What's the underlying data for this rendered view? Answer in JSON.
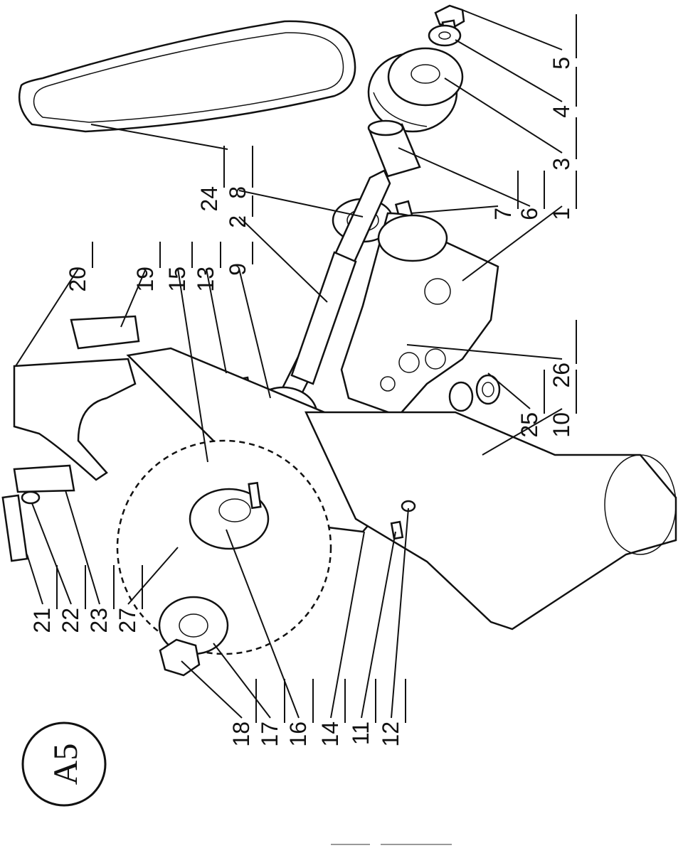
{
  "diagram": {
    "badge": "A5",
    "part_labels": {
      "p1": "1",
      "p2": "2",
      "p3": "3",
      "p4": "4",
      "p5": "5",
      "p6": "6",
      "p7": "7",
      "p8": "8",
      "p9": "9",
      "p10": "10",
      "p11": "11",
      "p12": "12",
      "p13": "13",
      "p14": "14",
      "p15": "15",
      "p16": "16",
      "p17": "17",
      "p18": "18",
      "p19": "19",
      "p20": "20",
      "p21": "21",
      "p22": "22",
      "p23": "23",
      "p24": "24",
      "p25": "25",
      "p26": "26",
      "p27": "27"
    }
  }
}
